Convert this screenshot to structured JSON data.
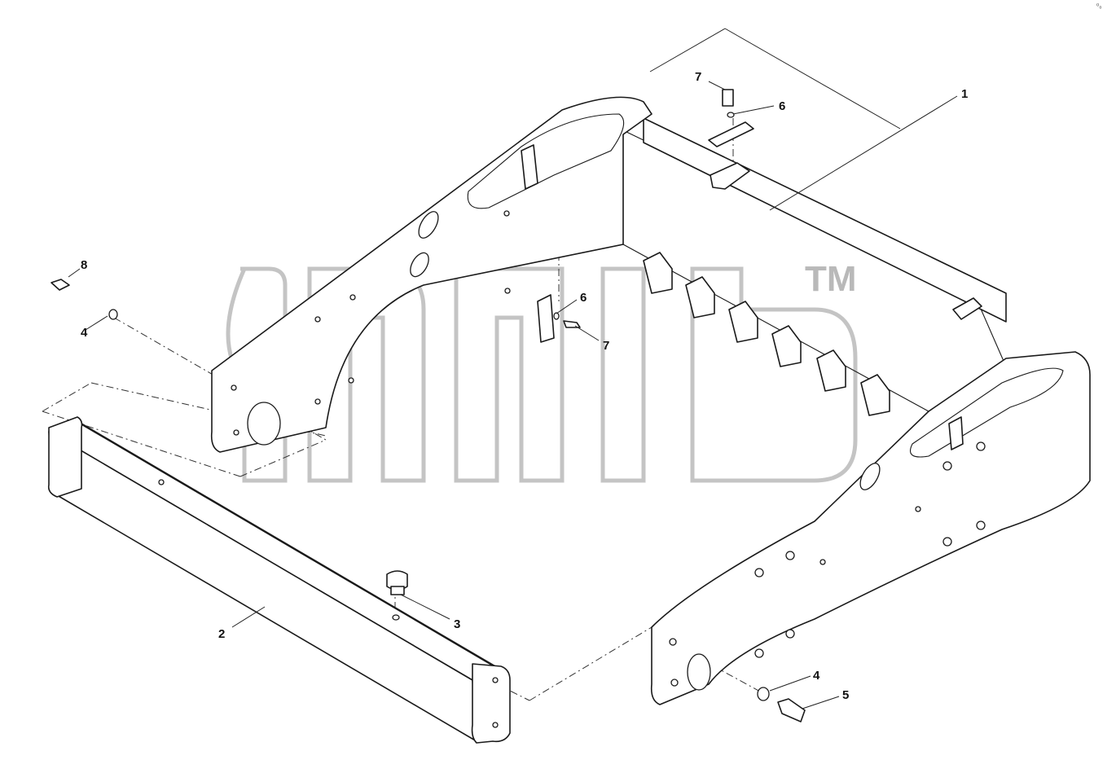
{
  "watermark": {
    "trademark": "TM"
  },
  "callouts": [
    {
      "id": "1",
      "label": "1"
    },
    {
      "id": "2",
      "label": "2"
    },
    {
      "id": "3",
      "label": "3"
    },
    {
      "id": "4a",
      "label": "4"
    },
    {
      "id": "4b",
      "label": "4"
    },
    {
      "id": "5",
      "label": "5"
    },
    {
      "id": "6a",
      "label": "6"
    },
    {
      "id": "6b",
      "label": "6"
    },
    {
      "id": "7a",
      "label": "7"
    },
    {
      "id": "7b",
      "label": "7"
    },
    {
      "id": "8",
      "label": "8"
    }
  ],
  "corner_mark": "⁰₀"
}
